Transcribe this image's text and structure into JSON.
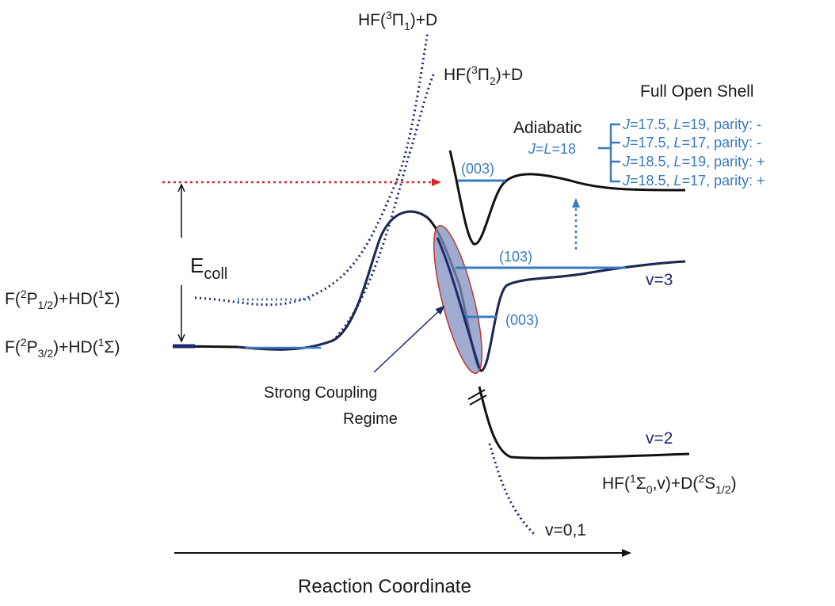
{
  "axis": {
    "label": "Reaction Coordinate"
  },
  "reactants": {
    "excited": {
      "pre": "F(",
      "sup1": "2",
      "mid": "P",
      "sub1": "1/2",
      "post": ")+HD(",
      "sup2": "1",
      "sym": "Σ",
      "end": ")"
    },
    "ground": {
      "pre": "F(",
      "sup1": "2",
      "mid": "P",
      "sub1": "3/2",
      "post": ")+HD(",
      "sup2": "1",
      "sym": "Σ",
      "end": ")"
    }
  },
  "energy": {
    "main": "E",
    "sub": "coll"
  },
  "excited_states": {
    "pi1": {
      "pre": "HF(",
      "sup": "3",
      "sym": "Π",
      "sub": "1",
      "post": ")+D"
    },
    "pi2": {
      "pre": "HF(",
      "sup": "3",
      "sym": "Π",
      "sub": "2",
      "post": ")+D"
    }
  },
  "products": {
    "label": {
      "pre": "HF(",
      "sup": "1",
      "sym": "Σ",
      "sub": "0",
      "mid": ",v)+D(",
      "sup2": "2",
      "S": "S",
      "sub2": "1/2",
      "post": ")"
    },
    "v3": "v=3",
    "v2": "v=2",
    "v01": "v=0,1"
  },
  "resonances": {
    "upper_003": "(003)",
    "mid_103": "(103)",
    "lower_003": "(003)"
  },
  "coupling": {
    "line1": "Strong Coupling",
    "line2": "Regime"
  },
  "open_shell": {
    "title": "Full Open Shell",
    "adiabatic": "Adiabatic",
    "adiabatic_j_pre": "J",
    "adiabatic_j_mid": "=",
    "adiabatic_l": "L",
    "adiabatic_val": "=18",
    "states": [
      {
        "J": "J",
        "jval": "=17.5, ",
        "L": "L",
        "lval": "=19, parity: -"
      },
      {
        "J": "J",
        "jval": "=17.5, ",
        "L": "L",
        "lval": "=17, parity: -"
      },
      {
        "J": "J",
        "jval": "=18.5, ",
        "L": "L",
        "lval": "=19, parity: +"
      },
      {
        "J": "J",
        "jval": "=18.5, ",
        "L": "L",
        "lval": "=17, parity: +"
      }
    ]
  },
  "colors": {
    "navy": "#1c2a6b",
    "black": "#111111",
    "blue": "#3a7abf",
    "red_dotted": "#d9262c",
    "ellipse_fill": "#7f8fc0",
    "ellipse_stroke": "#c0392b"
  }
}
